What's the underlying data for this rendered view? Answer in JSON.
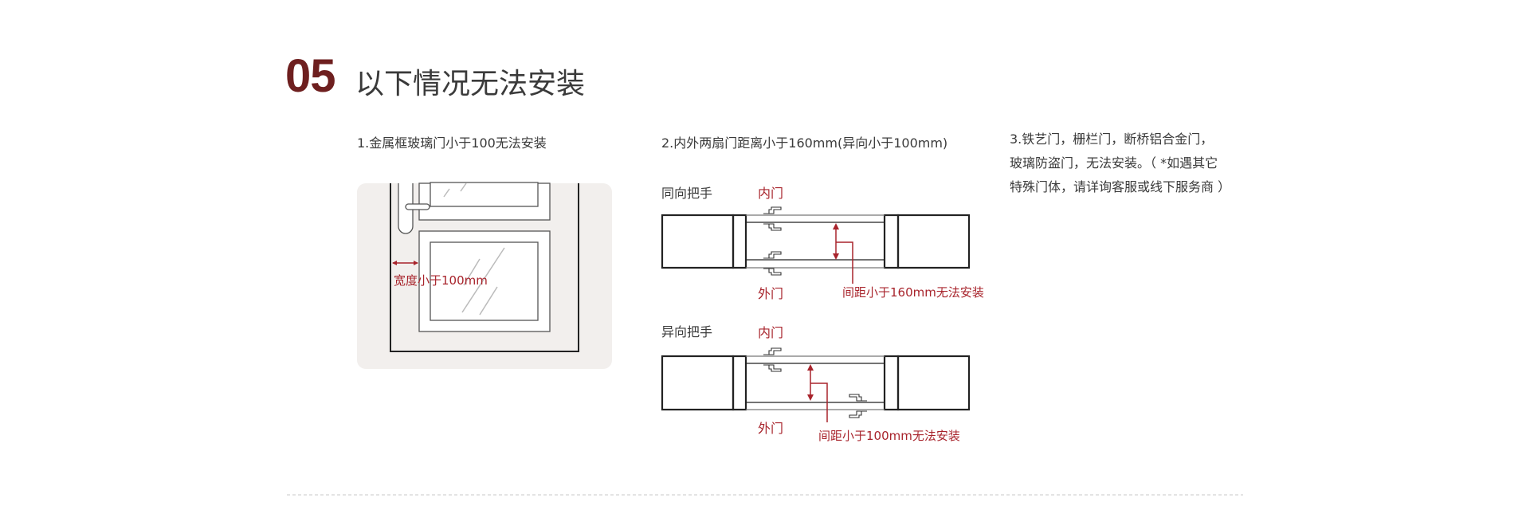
{
  "section": {
    "number": "05",
    "title": "以下情况无法安装"
  },
  "item1": {
    "caption": "1.金属框玻璃门小于100无法安装",
    "dimension_label": "宽度小于100mm"
  },
  "item2": {
    "caption": "2.内外两扇门距离小于160mm(异向小于100mm)",
    "same_direction": {
      "heading": "同向把手",
      "inner_label": "内门",
      "outer_label": "外门",
      "note": "间距小于160mm无法安装"
    },
    "opposite_direction": {
      "heading": "异向把手",
      "inner_label": "内门",
      "outer_label": "外门",
      "note": "间距小于100mm无法安装"
    }
  },
  "item3": {
    "lines": [
      "3.铁艺门，栅栏门，断桥铝合金门，",
      "玻璃防盗门，无法安装。（ *如遇其它",
      "特殊门体，请详询客服或线下服务商 ）"
    ]
  },
  "colors": {
    "accent": "#6e1f1f",
    "red": "#a8242c",
    "panel": "#f2efed"
  }
}
